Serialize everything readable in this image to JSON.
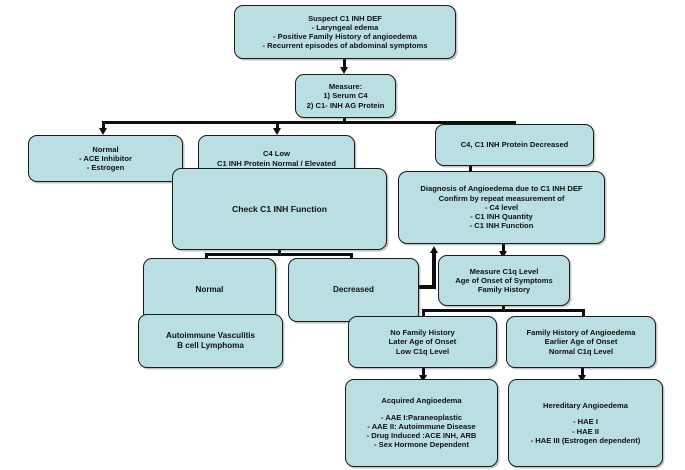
{
  "diagram": {
    "title": "Diagnostic algorithm for suspected C1 INH deficiency",
    "colors": {
      "node_fill": "#b9dfe2",
      "node_border": "#1b1b1b",
      "connector": "#0d0d0d",
      "background": "#ffffff",
      "text": "#101010"
    },
    "nodes": {
      "suspect": {
        "lines": [
          "Suspect C1 INH DEF",
          "- Laryngeal edema",
          "-  Positive Family History of angioedema",
          "-  Recurrent episodes of abdominal symptoms"
        ]
      },
      "measure": {
        "lines": [
          "Measure:",
          "1) Serum C4",
          "2) C1- INH AG Protein"
        ]
      },
      "normal_ace": {
        "lines": [
          "Normal",
          "- ACE Inhibitor",
          "-  Estrogen"
        ]
      },
      "c4_low": {
        "lines": [
          "C4 Low",
          "C1 INH Protein Normal / Elevated"
        ]
      },
      "c4_c1_decreased": {
        "lines": [
          "C4, C1 INH Protein Decreased"
        ]
      },
      "check_function": {
        "lines": [
          "Check C1 INH Function"
        ]
      },
      "diagnosis": {
        "lines": [
          "Diagnosis of Angioedema due to C1 INH DEF",
          "Confirm by repeat measurement of",
          "- C4 level",
          "- C1 INH Quantity",
          "- C1 INH Function"
        ]
      },
      "fn_normal": {
        "lines": [
          "Normal"
        ]
      },
      "fn_decreased": {
        "lines": [
          "Decreased"
        ]
      },
      "measure_c1q": {
        "lines": [
          "Measure C1q Level",
          "Age of Onset of Symptoms",
          "Family History"
        ]
      },
      "autoimmune": {
        "lines": [
          "Autoimmune Vasculitis",
          "B cell Lymphoma"
        ]
      },
      "no_family_history": {
        "lines": [
          "No Family History",
          "Later Age of Onset",
          "Low C1q Level"
        ]
      },
      "family_history": {
        "lines": [
          "Family History of Angioedema",
          "Earlier Age of Onset",
          "Normal C1q Level"
        ]
      },
      "acquired": {
        "title": "Acquired Angioedema",
        "items": [
          "- AAE I:Paraneoplastic",
          "- AAE II: Autoimmune Disease",
          "- Drug Induced :ACE INH, ARB",
          "- Sex Hormone Dependent"
        ]
      },
      "hereditary": {
        "title": "Hereditary Angioedema",
        "items": [
          "- HAE I",
          "- HAE II",
          "- HAE III (Estrogen dependent)"
        ]
      }
    }
  }
}
